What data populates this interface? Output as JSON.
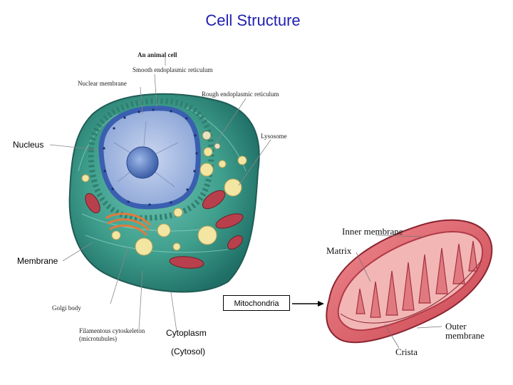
{
  "title": "Cell Structure",
  "labels": {
    "nucleus": "Nucleus",
    "membrane": "Membrane",
    "mitochondria": "Mitochondria",
    "cytoplasm": "Cytoplasm",
    "cytosol": "(Cytosol)"
  },
  "cell_figure": {
    "heading": "An animal cell",
    "smooth_er": "Smooth endoplasmic reticulum",
    "nuclear_membrane": "Nuclear membrane",
    "rough_er": "Rough endoplasmic reticulum",
    "lysosome": "Lysosome",
    "golgi_body": "Golgi body",
    "cytoskeleton_line1": "Filamentous cytoskeleton",
    "cytoskeleton_line2": "(microtubules)"
  },
  "mito_figure": {
    "inner_membrane": "Inner membrane",
    "matrix": "Matrix",
    "outer_line1": "Outer",
    "outer_line2": "membrane",
    "crista": "Crista"
  },
  "colors": {
    "title": "#1f1fb0",
    "cytoplasm": "#3f9e8c",
    "nucleus": "#8ea7d8",
    "nuclear_envelope": "#3a5fb0",
    "mitochondrion": "#d95c68",
    "vesicle": "#f3e6a2"
  }
}
